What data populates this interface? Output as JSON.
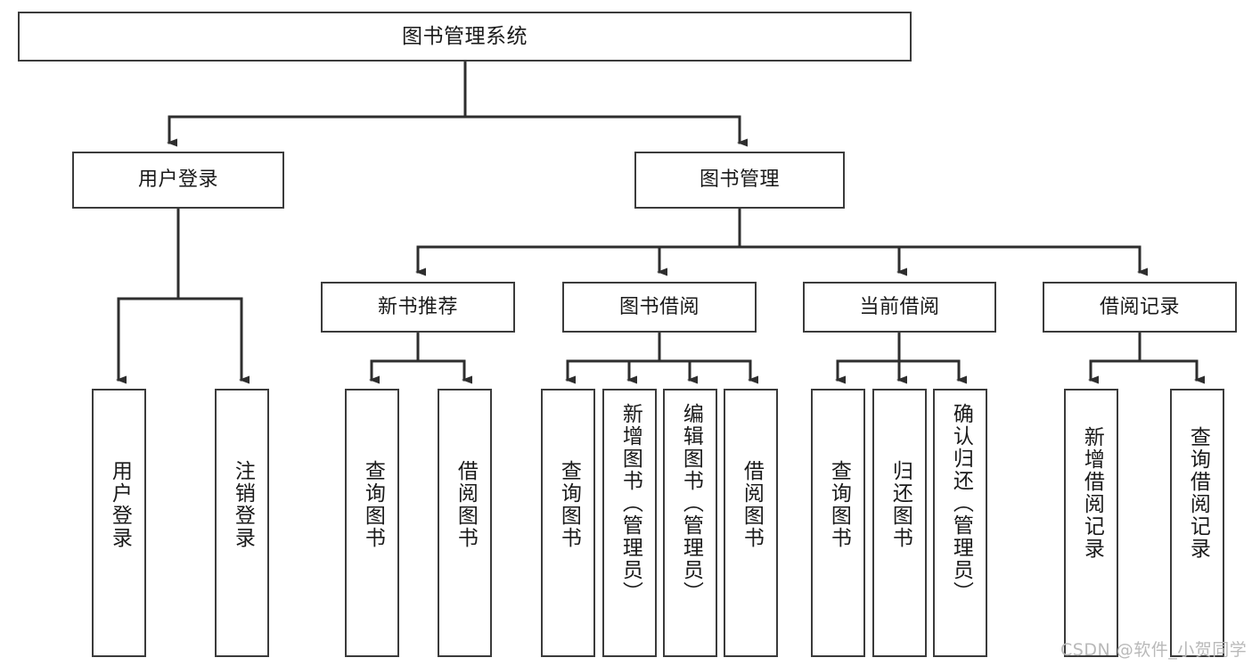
{
  "diagram": {
    "title": "图书管理系统",
    "type": "function-structure-tree",
    "style": {
      "box_border_color": "#3b3b3b",
      "box_fill_color": "#ffffff",
      "edge_color": "#2e2e2e",
      "background_color": "#ffffff",
      "watermark_color": "#b9b9b9"
    },
    "watermark": "CSDN @软件_小贺同学",
    "levels": {
      "root": "图书管理系统",
      "level2": [
        "用户登录",
        "图书管理"
      ],
      "level3": [
        "新书推荐",
        "图书借阅",
        "当前借阅",
        "借阅记录"
      ],
      "level4": [
        "用户登录",
        "注销登录",
        "查询图书",
        "借阅图书",
        "查询图书",
        "新增图书（管理员）",
        "编辑图书（管理员）",
        "借阅图书",
        "查询图书",
        "归还图书",
        "确认归还（管理员）",
        "新增借阅记录",
        "查询借阅记录"
      ]
    },
    "nodes": {
      "root": {
        "label": "图书管理系统"
      },
      "user_login": {
        "label": "用户登录"
      },
      "book_manage": {
        "label": "图书管理"
      },
      "new_book_rec": {
        "label": "新书推荐"
      },
      "book_borrow": {
        "label": "图书借阅"
      },
      "current_borrow": {
        "label": "当前借阅"
      },
      "borrow_record": {
        "label": "借阅记录"
      },
      "leaf_user_login": {
        "label": "用户登录"
      },
      "leaf_logout": {
        "label": "注销登录"
      },
      "leaf_query_book_1": {
        "label": "查询图书"
      },
      "leaf_borrow_book_1": {
        "label": "借阅图书"
      },
      "leaf_query_book_2": {
        "label": "查询图书"
      },
      "leaf_add_book_admin": {
        "label": "新增图书（管理员）"
      },
      "leaf_edit_book_admin": {
        "label": "编辑图书（管理员）"
      },
      "leaf_borrow_book_2": {
        "label": "借阅图书"
      },
      "leaf_query_book_3": {
        "label": "查询图书"
      },
      "leaf_return_book": {
        "label": "归还图书"
      },
      "leaf_confirm_return_admin": {
        "label": "确认归还（管理员）"
      },
      "leaf_add_borrow_record": {
        "label": "新增借阅记录"
      },
      "leaf_query_borrow_record": {
        "label": "查询借阅记录"
      }
    }
  }
}
